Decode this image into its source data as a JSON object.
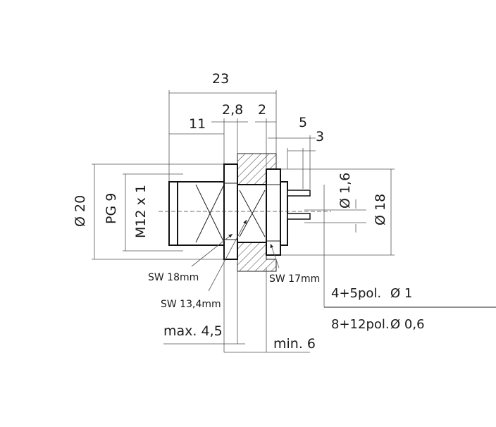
{
  "dimensions": {
    "overall_length": "23",
    "flange_thickness": "2,8",
    "gap": "2",
    "pin_length": "5",
    "pin_offset": "3",
    "thread_length": "11",
    "outer_diameter": "Ø 20",
    "pg_thread": "PG 9",
    "metric_thread": "M12 x 1",
    "pin_diameter": "Ø 1,6",
    "rear_diameter": "Ø 18",
    "max_panel": "max. 4,5",
    "min_panel": "min. 6"
  },
  "callouts": {
    "sw_18": "SW 18mm",
    "sw_13_4": "SW 13,4mm",
    "sw_17": "SW 17mm"
  },
  "pin_table": [
    {
      "poles": "4+5pol.",
      "diameter": "Ø 1"
    },
    {
      "poles": "8+12pol.",
      "diameter": "Ø 0,6"
    }
  ]
}
